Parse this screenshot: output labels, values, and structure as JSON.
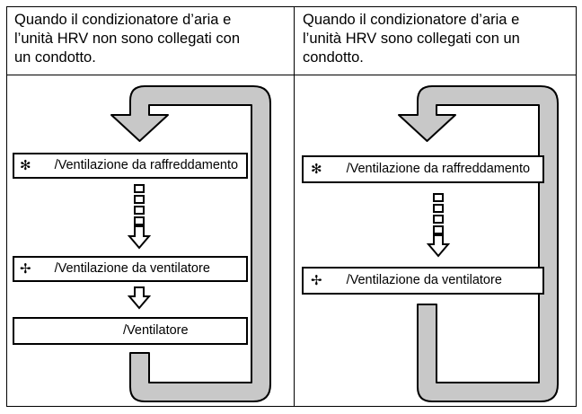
{
  "columns": [
    {
      "header_lines": [
        "Quando il condizionatore d’aria e",
        "l’unità HRV non sono collegati con",
        "un condotto."
      ],
      "modes": [
        {
          "icon": "snowflake-icon",
          "glyph": "✻",
          "text": "/Ventilazione da raffreddamento"
        },
        {
          "icon": "fan-icon",
          "glyph": "✢",
          "text": "/Ventilazione da ventilatore"
        },
        {
          "icon": "",
          "glyph": "",
          "text": "/Ventilatore"
        }
      ]
    },
    {
      "header_lines": [
        "Quando il condizionatore d’aria e",
        "l’unità HRV sono collegati con un",
        "condotto."
      ],
      "modes": [
        {
          "icon": "snowflake-icon",
          "glyph": "✻",
          "text": "/Ventilazione da raffreddamento"
        },
        {
          "icon": "fan-icon",
          "glyph": "✢",
          "text": "/Ventilazione da ventilatore"
        }
      ]
    }
  ],
  "colors": {
    "loop_fill": "#c8c8c8",
    "line": "#000000",
    "background": "#ffffff"
  }
}
